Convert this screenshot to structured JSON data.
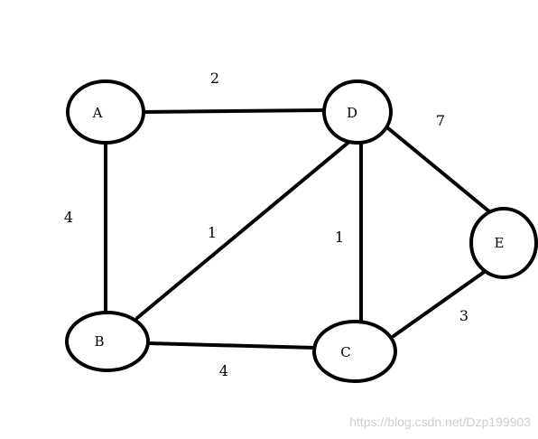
{
  "graph": {
    "nodes": [
      {
        "id": "A",
        "label": "A"
      },
      {
        "id": "D",
        "label": "D"
      },
      {
        "id": "E",
        "label": "E"
      },
      {
        "id": "B",
        "label": "B"
      },
      {
        "id": "C",
        "label": "C"
      }
    ],
    "edges": [
      {
        "from": "A",
        "to": "D",
        "weight": "2"
      },
      {
        "from": "A",
        "to": "B",
        "weight": "4"
      },
      {
        "from": "B",
        "to": "D",
        "weight": "1"
      },
      {
        "from": "D",
        "to": "C",
        "weight": "1"
      },
      {
        "from": "D",
        "to": "E",
        "weight": "7"
      },
      {
        "from": "B",
        "to": "C",
        "weight": "4"
      },
      {
        "from": "C",
        "to": "E",
        "weight": "3"
      }
    ]
  },
  "watermark": "https://blog.csdn.net/Dzp199903"
}
